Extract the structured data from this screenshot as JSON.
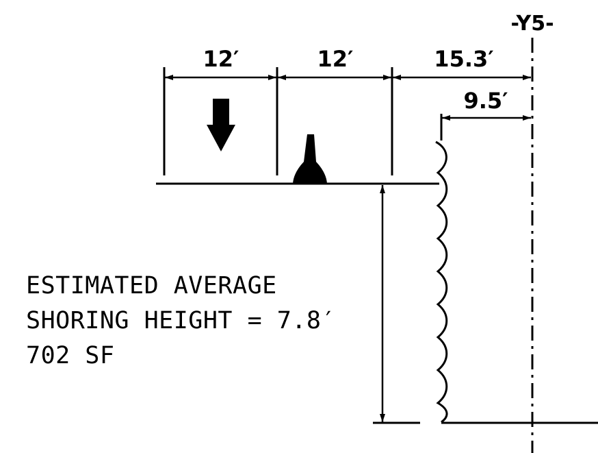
{
  "gridline_label": "-Y5-",
  "dimensions": {
    "dim1": "12′",
    "dim2": "12′",
    "dim3": "15.3′",
    "dim4": "9.5′"
  },
  "note": {
    "line1": "ESTIMATED AVERAGE",
    "line2": "SHORING HEIGHT = 7.8′",
    "line3": "702 SF"
  },
  "icons": {
    "arrow": "down-arrow-icon",
    "shore": "shore-post-icon",
    "break": "break-line-icon"
  }
}
